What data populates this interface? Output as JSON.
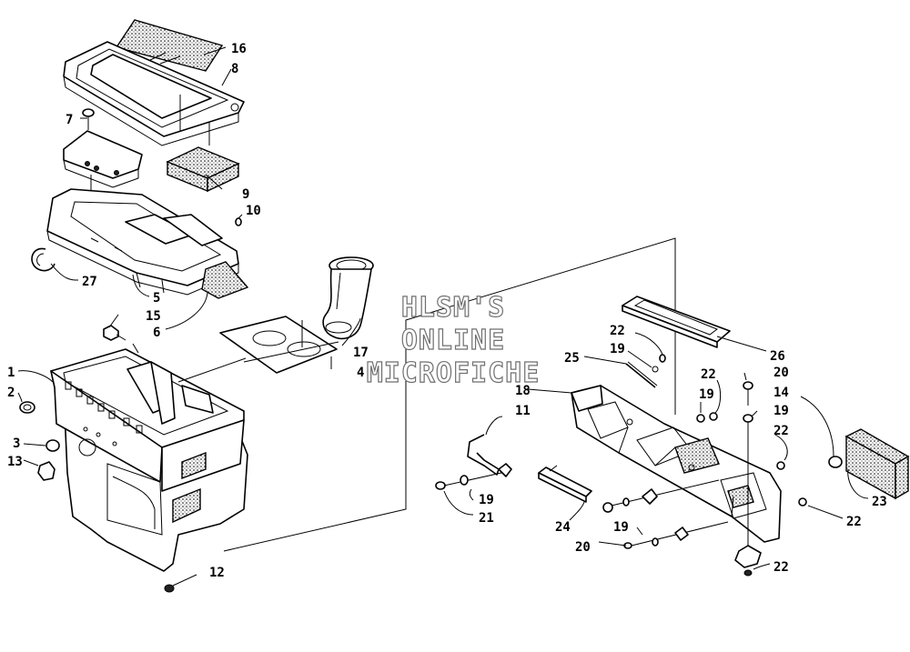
{
  "watermark": {
    "line1": "HLSM'S",
    "line2": "ONLINE",
    "line3": "MICROFICHE"
  },
  "callouts": [
    {
      "id": "c16",
      "text": "16"
    },
    {
      "id": "c8",
      "text": "8"
    },
    {
      "id": "c7",
      "text": "7"
    },
    {
      "id": "c9",
      "text": "9"
    },
    {
      "id": "c10",
      "text": "10"
    },
    {
      "id": "c27",
      "text": "27"
    },
    {
      "id": "c5",
      "text": "5"
    },
    {
      "id": "c15",
      "text": "15"
    },
    {
      "id": "c6",
      "text": "6"
    },
    {
      "id": "c17",
      "text": "17"
    },
    {
      "id": "c4",
      "text": "4"
    },
    {
      "id": "c1",
      "text": "1"
    },
    {
      "id": "c2",
      "text": "2"
    },
    {
      "id": "c3",
      "text": "3"
    },
    {
      "id": "c13",
      "text": "13"
    },
    {
      "id": "c12",
      "text": "12"
    },
    {
      "id": "c26",
      "text": "26"
    },
    {
      "id": "c22a",
      "text": "22"
    },
    {
      "id": "c19a",
      "text": "19"
    },
    {
      "id": "c25",
      "text": "25"
    },
    {
      "id": "c22b",
      "text": "22"
    },
    {
      "id": "c20a",
      "text": "20"
    },
    {
      "id": "c18",
      "text": "18"
    },
    {
      "id": "c19b",
      "text": "19"
    },
    {
      "id": "c14",
      "text": "14"
    },
    {
      "id": "c19c",
      "text": "19"
    },
    {
      "id": "c11",
      "text": "11"
    },
    {
      "id": "c22c",
      "text": "22"
    },
    {
      "id": "c19d",
      "text": "19"
    },
    {
      "id": "c21",
      "text": "21"
    },
    {
      "id": "c23",
      "text": "23"
    },
    {
      "id": "c24",
      "text": "24"
    },
    {
      "id": "c22d",
      "text": "22"
    },
    {
      "id": "c19e",
      "text": "19"
    },
    {
      "id": "c20b",
      "text": "20"
    },
    {
      "id": "c22e",
      "text": "22"
    }
  ]
}
